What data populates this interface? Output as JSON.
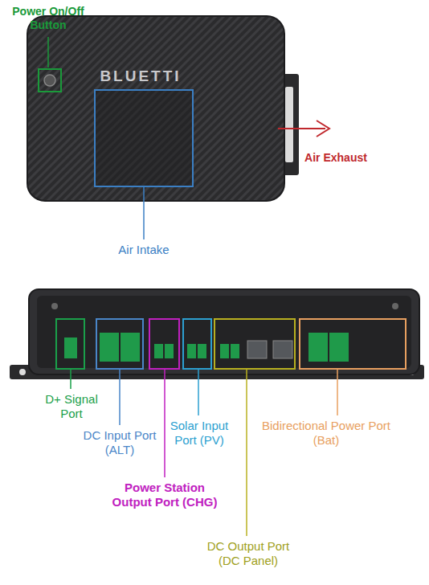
{
  "diagram": {
    "labels": [
      "Power On/Off Button",
      "BLUETTI",
      "Air Intake",
      "Air Exhaust",
      "D+ Signal Port",
      "DC Input Port (ALT)",
      "Power Station Output Port (CHG)",
      "Solar Input Port (PV)",
      "Bidirectional Power Port (Bat)",
      "DC Output Port (DC Panel)"
    ]
  }
}
